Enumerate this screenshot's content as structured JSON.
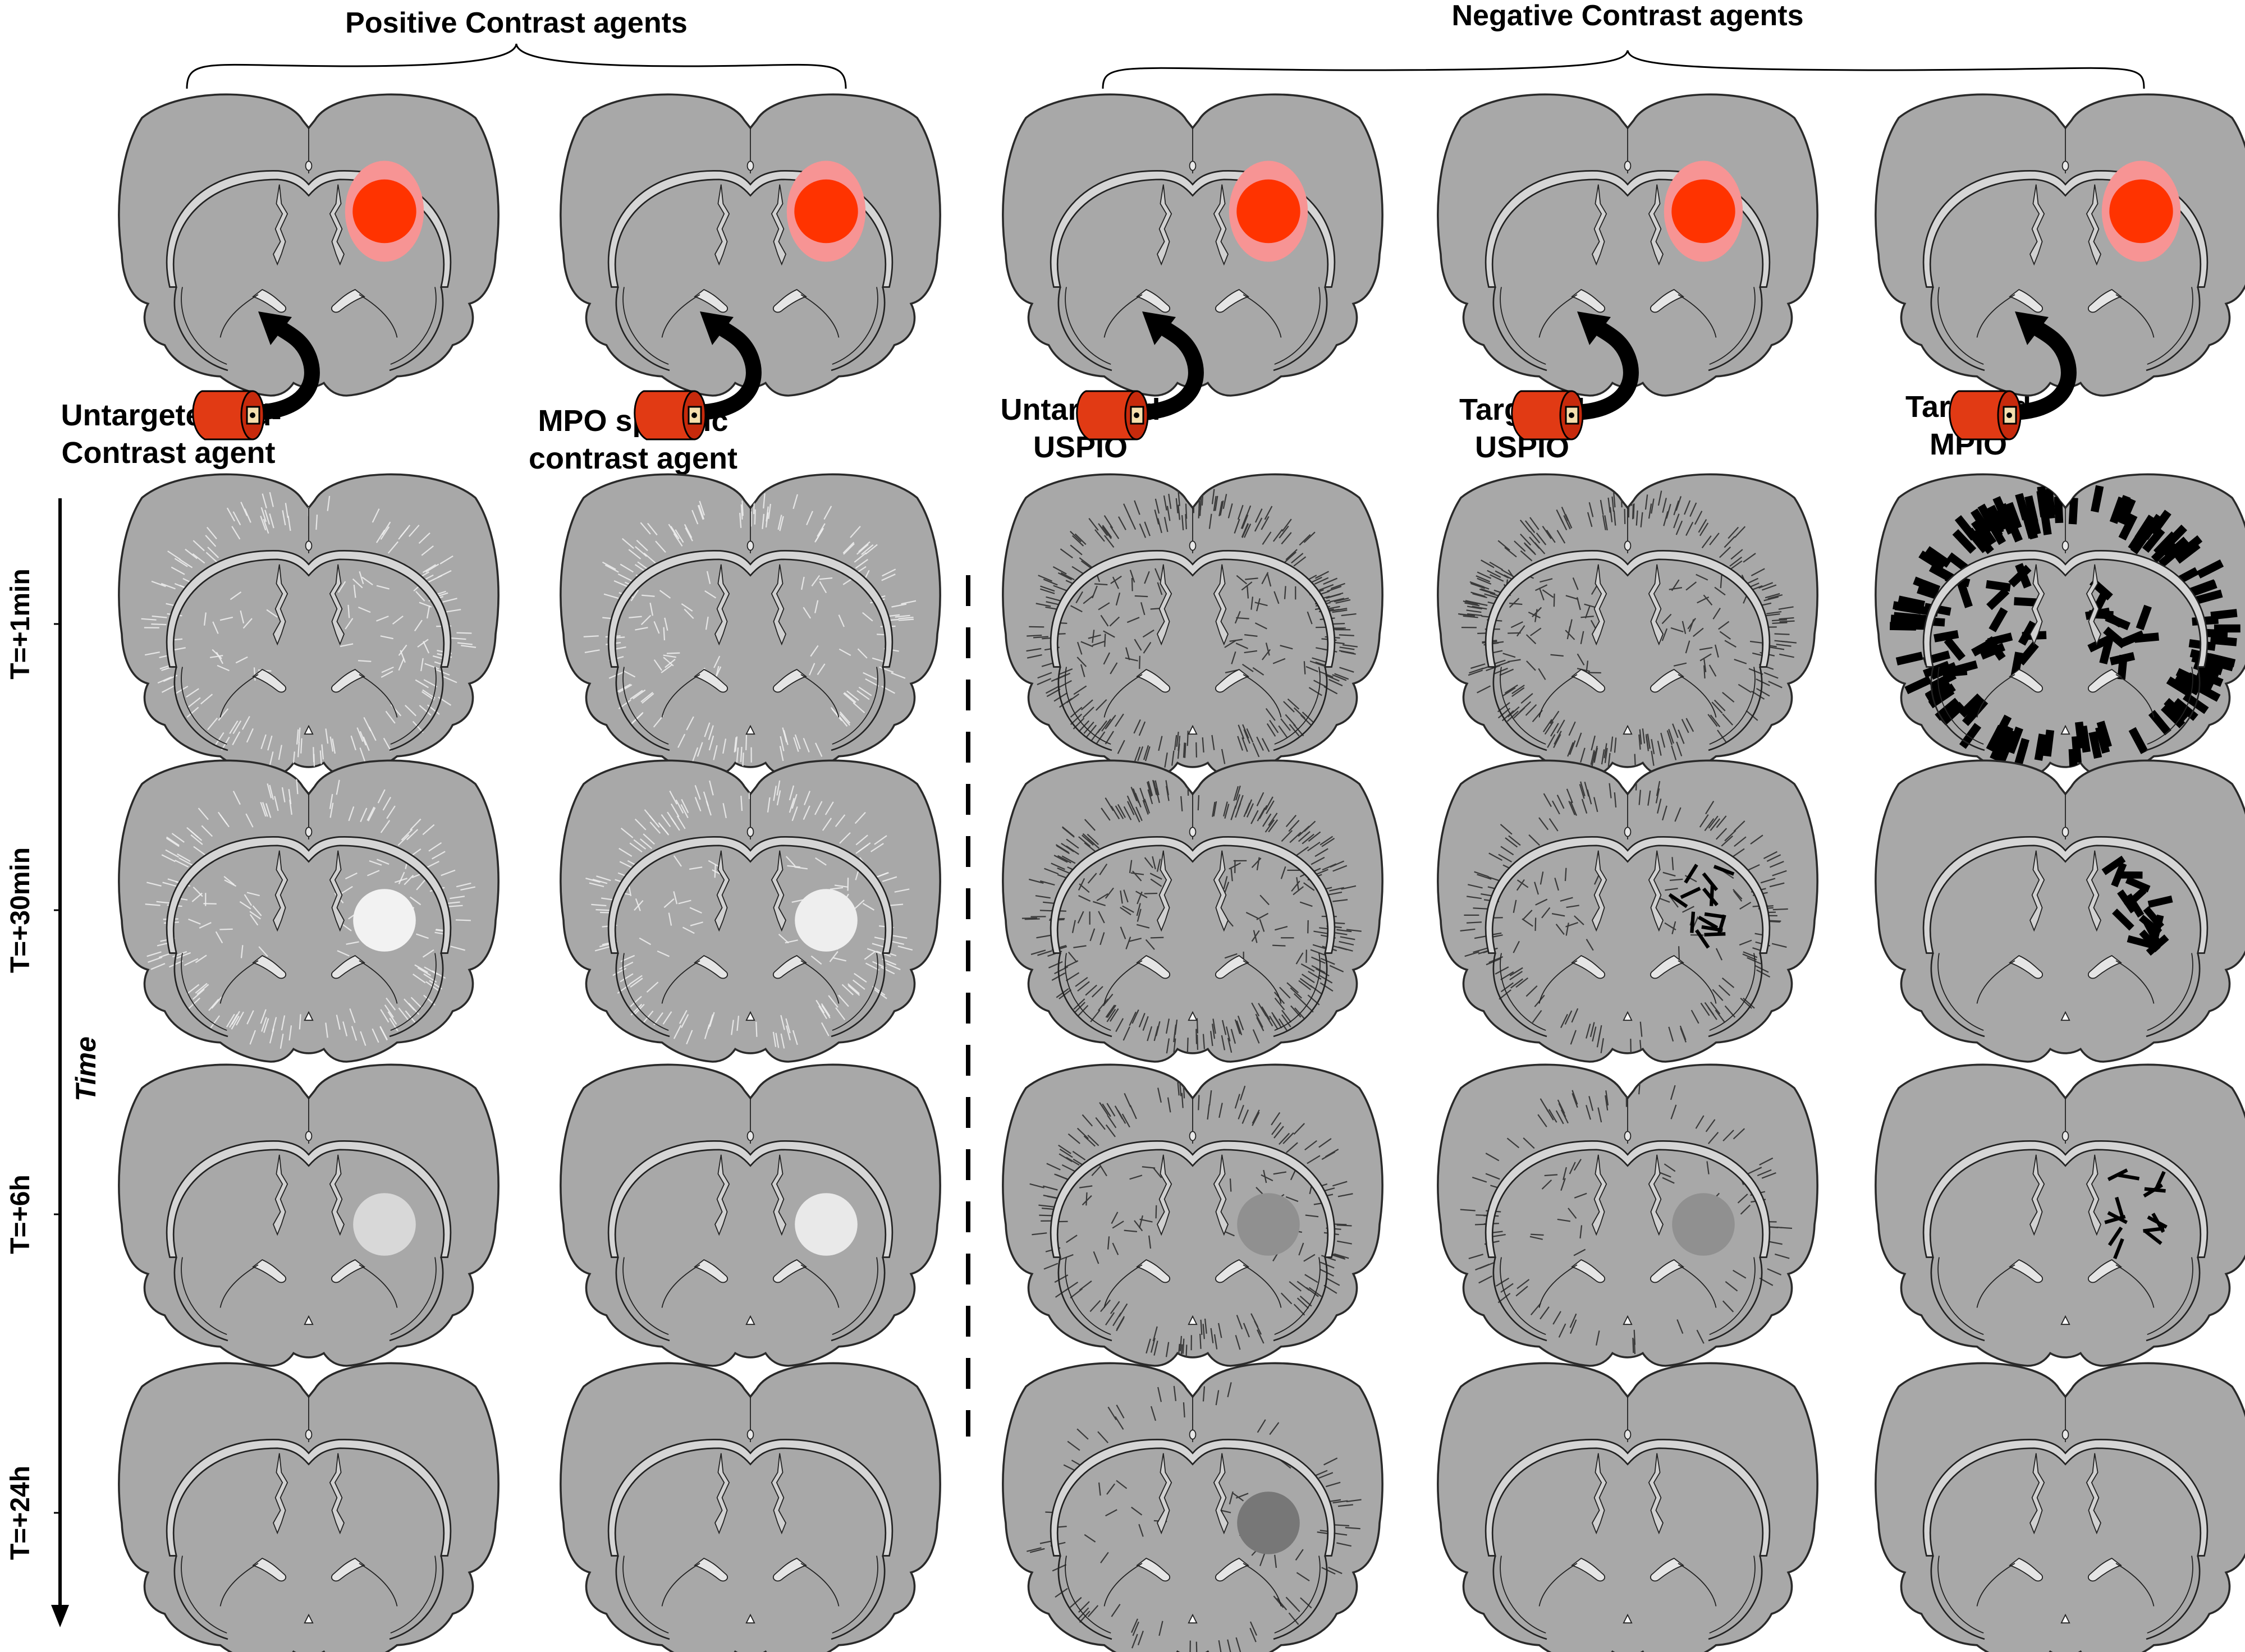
{
  "groups": {
    "positive": "Positive Contrast agents",
    "negative": "Negative Contrast agents"
  },
  "agents": [
    {
      "line1": "Untargeted Gd-",
      "line2": "Contrast agent"
    },
    {
      "line1": "MPO specific",
      "line2": "contrast agent"
    },
    {
      "line1": "Untargeted",
      "line2": "USPIO"
    },
    {
      "line1": "Targeted",
      "line2": "USPIO"
    },
    {
      "line1": "Targeted",
      "line2": "MPIO"
    }
  ],
  "time_axis": {
    "label": "Time",
    "points": [
      "T=+1min",
      "T=+30min",
      "T=+6h",
      "T=+24h"
    ]
  },
  "colors": {
    "brain_fill": "#a8a8a8",
    "brain_outline": "#2a2a2a",
    "lesion_core": "#ff3300",
    "lesion_halo": "#f79494",
    "syringe_body": "#e13a14",
    "positive_enhance": "#e6e6e6",
    "negative_dark": "#6e6e6e"
  },
  "states": [
    [
      {
        "texture": "white",
        "density": 0.6,
        "spot": "none"
      },
      {
        "texture": "white",
        "density": 0.6,
        "spot": "light",
        "level": 0.85
      },
      {
        "texture": "none",
        "spot": "light",
        "level": 0.55
      },
      {
        "texture": "none",
        "spot": "none"
      }
    ],
    [
      {
        "texture": "white",
        "density": 0.6,
        "spot": "none"
      },
      {
        "texture": "white",
        "density": 0.6,
        "spot": "light",
        "level": 0.8
      },
      {
        "texture": "none",
        "spot": "light",
        "level": 0.75
      },
      {
        "texture": "none",
        "spot": "none"
      }
    ],
    [
      {
        "texture": "dark",
        "density": 1.0,
        "spot": "none"
      },
      {
        "texture": "dark",
        "density": 1.0,
        "spot": "none"
      },
      {
        "texture": "dark",
        "density": 0.6,
        "spot": "dark",
        "level": 0.35
      },
      {
        "texture": "dark",
        "density": 0.3,
        "spot": "dark",
        "level": 0.7
      }
    ],
    [
      {
        "texture": "dark",
        "density": 1.0,
        "spot": "none"
      },
      {
        "texture": "dark",
        "density": 0.6,
        "spot": "cluster",
        "level": 0.8
      },
      {
        "texture": "dark",
        "density": 0.35,
        "spot": "dark",
        "level": 0.35
      },
      {
        "texture": "none",
        "spot": "none"
      }
    ],
    [
      {
        "texture": "heavy",
        "density": 1.0,
        "spot": "none"
      },
      {
        "texture": "none",
        "spot": "cluster-heavy",
        "level": 1.0
      },
      {
        "texture": "none",
        "spot": "cluster",
        "level": 0.9
      },
      {
        "texture": "none",
        "spot": "none"
      }
    ]
  ]
}
